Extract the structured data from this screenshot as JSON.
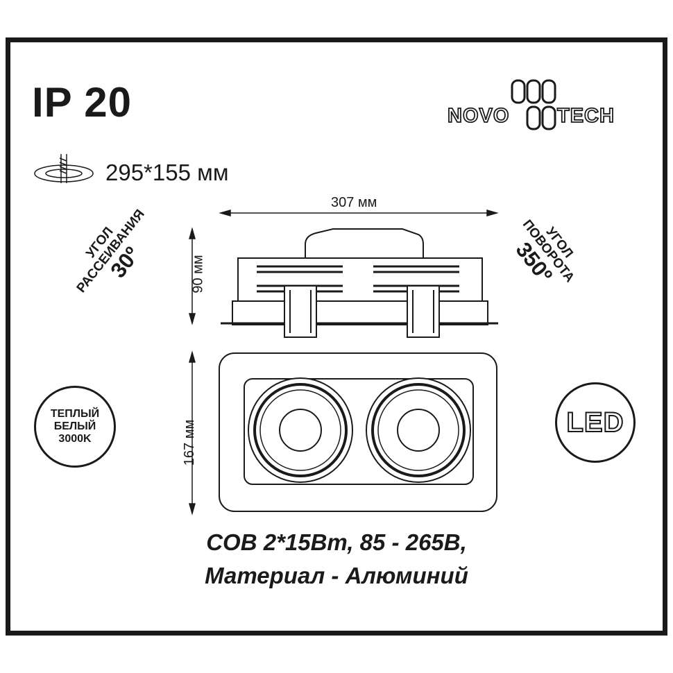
{
  "ip_rating": "IP 20",
  "brand": {
    "logo_text": "NOVOTECH"
  },
  "cutout": {
    "icon": "ceiling-cutout-icon",
    "text": "295*155 мм"
  },
  "dimensions": {
    "length": "307 мм",
    "height": "90 мм",
    "width": "167 мм"
  },
  "beam_angle": {
    "label_line1": "УГОЛ",
    "label_line2": "РАССЕИВАНИЯ",
    "value": "30º"
  },
  "rotation_angle": {
    "label_line1": "УГОЛ",
    "label_line2": "ПОВОРОТА",
    "value": "350º"
  },
  "color_temp_badge": {
    "line1": "ТЕПЛЫЙ",
    "line2": "БЕЛЫЙ",
    "line3": "3000K"
  },
  "led_badge": {
    "text": "LED"
  },
  "specs": {
    "line1": "COB 2*15Вт, 85 - 265В,",
    "line2": "Материал - Алюминий"
  },
  "colors": {
    "ink": "#1a1a1a",
    "background": "#ffffff"
  }
}
